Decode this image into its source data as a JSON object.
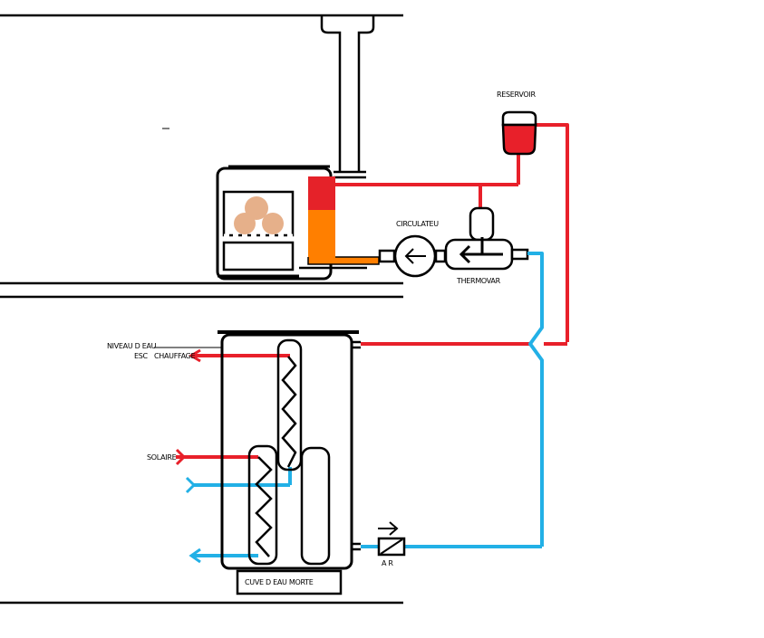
{
  "labels": {
    "reservoir": "RESERVOIR",
    "circulator": "CIRCULATEU",
    "thermovar": "THERMOVAR",
    "water_level": "NIVEAU D EAU",
    "dhw": "ESC",
    "heating": "CHAUFFAGE",
    "solar": "SOLAIRE",
    "check_valve": "A R",
    "dead_water_tank": "CUVE D EAU MORTE"
  },
  "colors": {
    "hot": "#e8202a",
    "cold": "#22b0e6",
    "fire_top": "#e52229",
    "fire_bottom": "#ff7f00",
    "logs": "#e6b08a",
    "line": "#000000"
  }
}
